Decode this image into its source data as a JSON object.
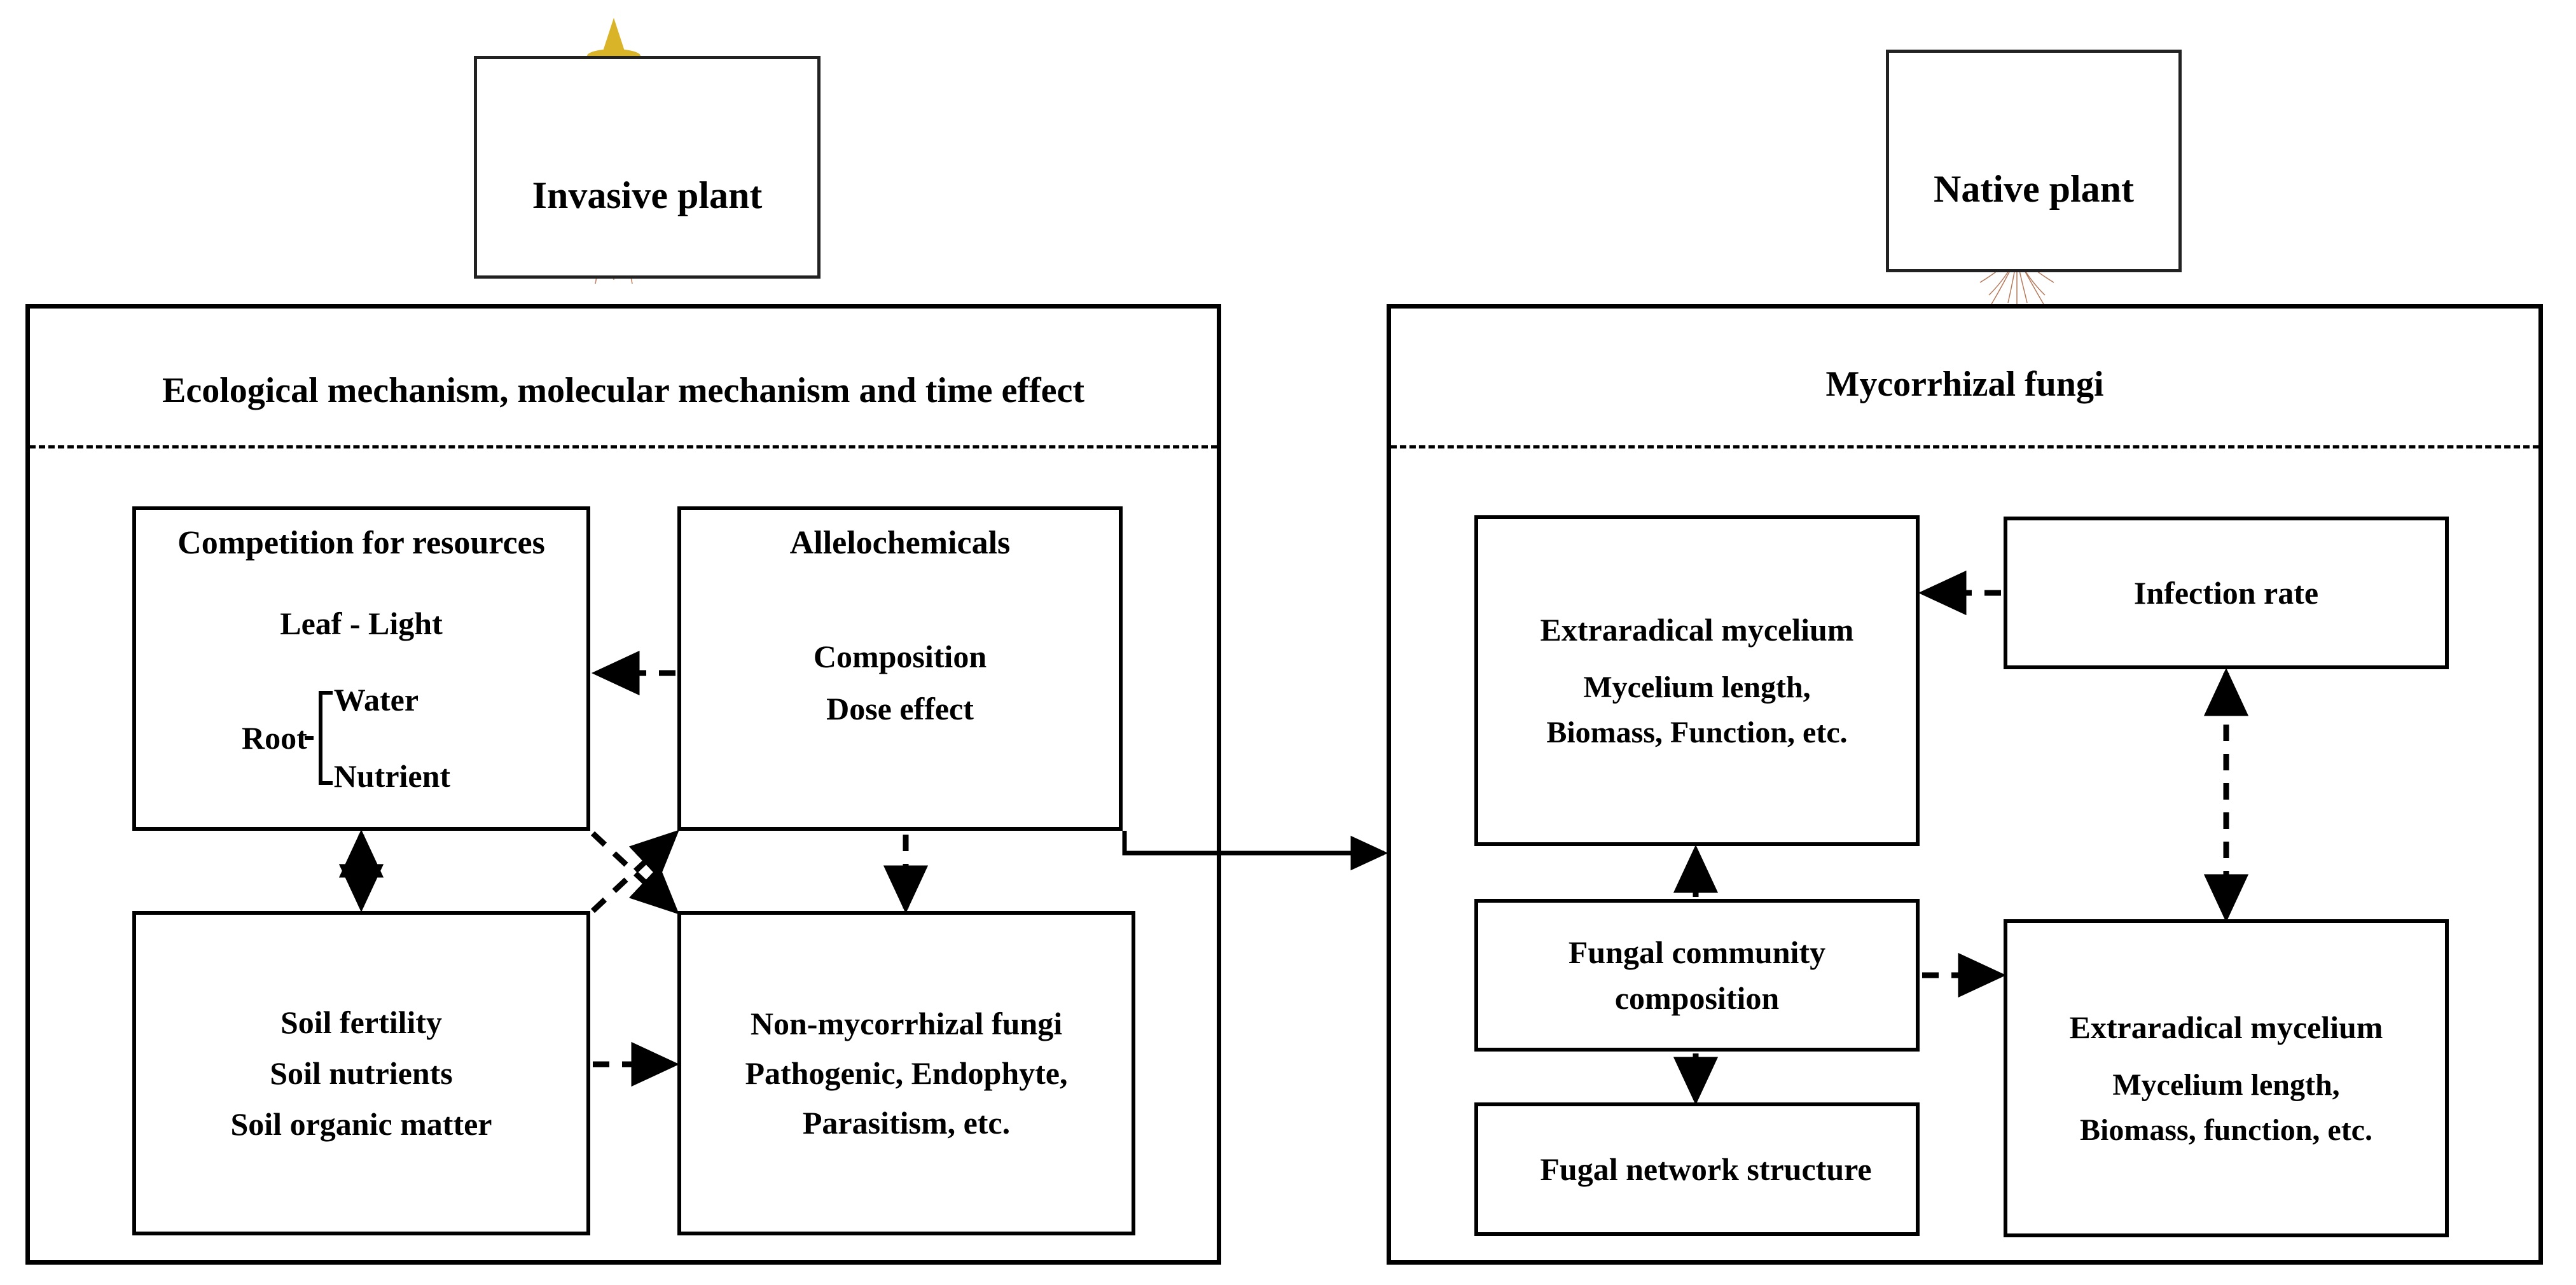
{
  "figure": {
    "type": "conceptual-flow-diagram",
    "background": "#ffffff",
    "line_color": "#000000"
  },
  "plants": {
    "invasive": {
      "label": "Invasive plant",
      "flower_color": "#d9b429",
      "leaf_color": "#5a9b3e",
      "root_color": "#b5714e"
    },
    "native": {
      "label": "Native plant",
      "leaf_color": "#57ab3d",
      "root_color": "#a9633f"
    }
  },
  "left_panel": {
    "title": "Ecological mechanism, molecular mechanism and time effect",
    "boxes": {
      "competition": {
        "title": "Competition for resources",
        "leaf_line": "Leaf - Light",
        "root_label": "Root",
        "root_items": [
          "Water",
          "Nutrient"
        ]
      },
      "allelochemicals": {
        "title": "Allelochemicals",
        "lines": [
          "Composition",
          "Dose effect"
        ]
      },
      "soil": {
        "lines": [
          "Soil fertility",
          "Soil nutrients",
          "Soil organic matter"
        ]
      },
      "non_mycorrhizal": {
        "lines": [
          "Non-mycorrhizal fungi",
          "Pathogenic, Endophyte,",
          "Parasitism, etc."
        ]
      }
    }
  },
  "right_panel": {
    "title": "Mycorrhizal fungi",
    "boxes": {
      "extraradical_upper": {
        "lines": [
          "Extraradical mycelium",
          "Mycelium length,",
          "Biomass, Function, etc."
        ]
      },
      "infection_rate": {
        "lines": [
          "Infection rate"
        ]
      },
      "fungal_community": {
        "lines": [
          "Fungal community",
          "composition"
        ]
      },
      "fungal_network": {
        "lines": [
          "Fugal network structure"
        ]
      },
      "extraradical_lower": {
        "lines": [
          "Extraradical mycelium",
          "Mycelium length,",
          "Biomass, function, etc."
        ]
      }
    }
  },
  "connectors": [
    {
      "name": "allelochemicals-to-competition",
      "style": "dashed",
      "heads": "single"
    },
    {
      "name": "competition-to-soil",
      "style": "dashed",
      "heads": "double"
    },
    {
      "name": "allelochemicals-to-non-mycorrhizal",
      "style": "dashed",
      "heads": "single"
    },
    {
      "name": "soil-to-non-mycorrhizal",
      "style": "dashed",
      "heads": "single"
    },
    {
      "name": "competition-to-non-mycorrhizal-diagonal",
      "style": "dashed",
      "heads": "single"
    },
    {
      "name": "soil-to-allelochemicals-diagonal",
      "style": "dashed",
      "heads": "single"
    },
    {
      "name": "left-panel-to-right-panel",
      "style": "solid",
      "heads": "single"
    },
    {
      "name": "infection-rate-to-extraradical-upper",
      "style": "dashed",
      "heads": "single"
    },
    {
      "name": "infection-rate-to-extraradical-lower",
      "style": "dashed",
      "heads": "double"
    },
    {
      "name": "fungal-community-to-extraradical-upper",
      "style": "dashed",
      "heads": "single"
    },
    {
      "name": "fungal-community-to-fungal-network",
      "style": "dashed",
      "heads": "single"
    },
    {
      "name": "fungal-community-to-extraradical-lower",
      "style": "dashed",
      "heads": "single"
    }
  ]
}
